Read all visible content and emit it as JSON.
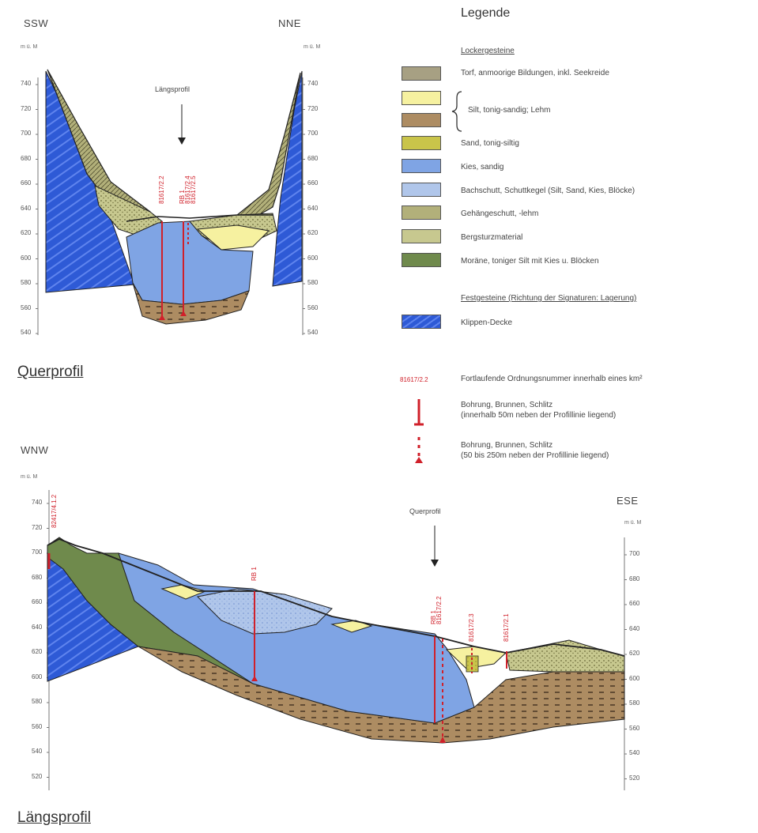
{
  "querprofil": {
    "title": "Querprofil",
    "left_dir": "SSW",
    "right_dir": "NNE",
    "left_unit": "m ü. M",
    "right_unit": "m ü. M",
    "left_ticks": [
      "740",
      "720",
      "700",
      "680",
      "660",
      "640",
      "620",
      "600",
      "580",
      "560",
      "540"
    ],
    "right_ticks": [
      "740",
      "720",
      "700",
      "680",
      "660",
      "640",
      "620",
      "600",
      "580",
      "560",
      "540"
    ],
    "marker_label": "Längsprofil",
    "bore_labels": [
      "81617/2.2",
      "RB 1",
      "81617/2.4",
      "81617/2.5"
    ]
  },
  "laengsprofil": {
    "title": "Längsprofil",
    "left_dir": "WNW",
    "right_dir": "ESE",
    "left_unit": "m ü. M",
    "right_unit": "m ü. M",
    "left_ticks": [
      "740",
      "720",
      "700",
      "680",
      "660",
      "640",
      "620",
      "600",
      "580",
      "560",
      "540",
      "520"
    ],
    "right_ticks": [
      "700",
      "680",
      "660",
      "640",
      "620",
      "600",
      "580",
      "560",
      "540",
      "520"
    ],
    "marker_label": "Querprofil",
    "bore_labels": [
      "82417/4.1.2",
      "RB 1",
      "RB 1",
      "81617/2.2",
      "81617/2.3",
      "81617/2.1"
    ]
  },
  "legend": {
    "title": "Legende",
    "loose_title": "Lockergesteine",
    "rock_title": "Festgesteine (Richtung der Signaturen: Lagerung)",
    "items": [
      {
        "label": "Torf, anmoorige Bildungen, inkl. Seekreide",
        "color": "#a7a083"
      },
      {
        "label": "Silt, tonig-sandig; Lehm",
        "color": "#f6f1a0"
      },
      {
        "label": "",
        "color": "#ad8c62"
      },
      {
        "label": "Sand, tonig-siltig",
        "color": "#c9c44a"
      },
      {
        "label": "Kies, sandig",
        "color": "#7fa4e4"
      },
      {
        "label": "Bachschutt, Schuttkegel (Silt, Sand, Kies, Blöcke)",
        "color": "#b0c6ea"
      },
      {
        "label": "Gehängeschutt, -lehm",
        "color": "#b2b07a"
      },
      {
        "label": "Bergsturzmaterial",
        "color": "#c7c88f"
      },
      {
        "label": "Moräne, toniger Silt mit Kies u. Blöcken",
        "color": "#6f8a4c"
      }
    ],
    "rock_item": {
      "label": "Klippen-Decke",
      "color": "#2e5ad6"
    },
    "symbols": {
      "number_sample": "81617/2.2",
      "number_text": "Fortlaufende Ordnungsnummer innerhalb eines km²",
      "bore_near_1": "Bohrung, Brunnen, Schlitz",
      "bore_near_2": "(innerhalb 50m neben der Profillinie liegend)",
      "bore_far_1": "Bohrung, Brunnen, Schlitz",
      "bore_far_2": "(50 bis 250m neben der Profillinie liegend)"
    }
  },
  "colors": {
    "klippen": "#2e5ad6",
    "kies": "#7fa4e4",
    "lehm": "#ad8c62",
    "silt": "#f6f1a0",
    "sand": "#c9c44a",
    "bachschutt": "#b0c6ea",
    "gehaenge": "#b2b07a",
    "bergsturz": "#c7c88f",
    "moraene": "#6f8a4c",
    "bore_red": "#d0202a"
  }
}
